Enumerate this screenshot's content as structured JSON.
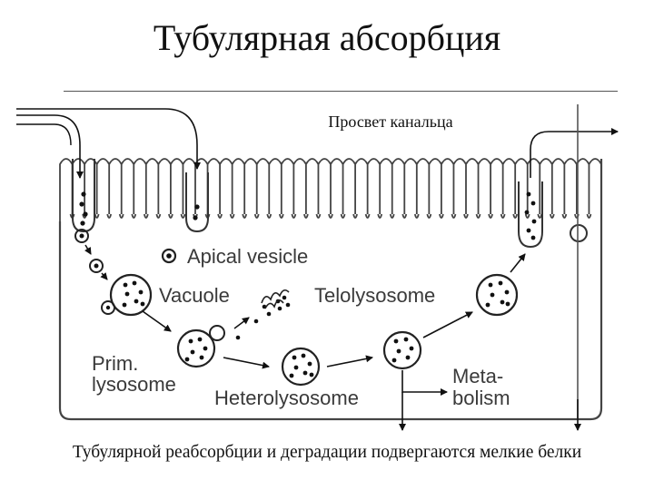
{
  "title": "Тубулярная абсорбция",
  "lumen_label": "Просвет канальца",
  "caption": "Тубулярной реабсорбции и деградации подвергаются мелкие белки",
  "diagram": {
    "apical_vesicle": "Apical vesicle",
    "vacuole": "Vacuole",
    "telolysosome": "Telolysosome",
    "prim_line1": "Prim.",
    "prim_line2": "lysosome",
    "heterolysosome": "Heterolysosome",
    "meta_line1": "Meta-",
    "meta_line2": "bolism"
  }
}
